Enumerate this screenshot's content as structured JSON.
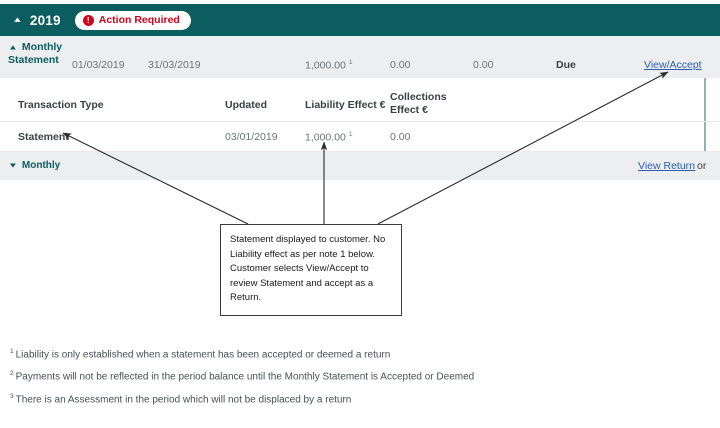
{
  "year_header": {
    "collapse_icon": "chevron-up-icon",
    "year": "2019",
    "badge": {
      "icon": "alert-circle-icon",
      "icon_glyph": "!",
      "label": "Action Required"
    },
    "background_color": "#0b5d60"
  },
  "summary_row": {
    "collapse_icon": "chevron-up-icon",
    "label": "Monthly Statement",
    "period_start": "01/03/2019",
    "period_end": "31/03/2019",
    "liability_effect": "1,000.00",
    "liability_footnote": "1",
    "collections_effect": "0.00",
    "outstanding": "0.00",
    "status": "Due",
    "action_link": "View/Accept",
    "background_color": "#eceef0",
    "link_color": "#2a5db0"
  },
  "detail_table": {
    "columns": [
      "Transaction Type",
      "Updated",
      "Liability Effect €",
      "Collections Effect €"
    ],
    "rows": [
      {
        "transaction_type": "Statement",
        "updated": "03/01/2019",
        "liability_effect": "1,000.00",
        "liability_footnote": "1",
        "collections_effect": "0.00"
      }
    ],
    "footer": {
      "expand_icon": "chevron-down-icon",
      "label": "Monthly",
      "action_link": "View Return",
      "trailing_text": "or",
      "background_color": "#eceef0"
    }
  },
  "callout": {
    "text": "Statement displayed to customer. No Liability effect as per note 1 below. Customer selects View/Accept to review Statement and accept as a Return."
  },
  "footnotes": [
    {
      "marker": "1",
      "text": "Liability is only established when a statement has been accepted or deemed a return"
    },
    {
      "marker": "2",
      "text": "Payments will not be reflected in the period balance until the Monthly Statement is Accepted or Deemed"
    },
    {
      "marker": "3",
      "text": "There is an Assessment in the period which will not be displaced by a return"
    }
  ]
}
